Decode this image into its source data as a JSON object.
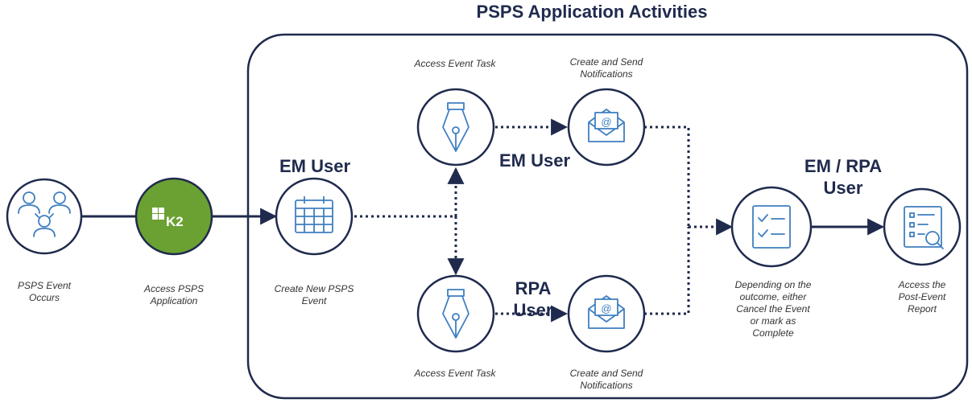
{
  "title": "PSPS Application Activities",
  "colors": {
    "navy": "#1f2a4d",
    "icon_blue": "#3f7fbf",
    "k2_green": "#6aa132"
  },
  "roles": {
    "em_user_left": "EM User",
    "em_user_top": "EM User",
    "rpa_user": [
      "RPA",
      "User"
    ],
    "em_rpa_user": [
      "EM / RPA",
      "User"
    ]
  },
  "nodes": [
    {
      "id": "event",
      "icon": "users-icon",
      "caption": [
        "PSPS Event",
        "Occurs"
      ]
    },
    {
      "id": "k2",
      "icon": "k2-logo",
      "logo_text": "K2",
      "caption": [
        "Access PSPS",
        "Application"
      ]
    },
    {
      "id": "create",
      "icon": "calendar-icon",
      "caption": [
        "Create New PSPS",
        "Event"
      ]
    },
    {
      "id": "task_top",
      "icon": "pen-nib-icon",
      "caption": [
        "Access Event Task"
      ]
    },
    {
      "id": "notify_top",
      "icon": "email-icon",
      "caption": [
        "Create and Send",
        "Notifications"
      ]
    },
    {
      "id": "task_bottom",
      "icon": "pen-nib-icon",
      "caption": [
        "Access Event Task"
      ]
    },
    {
      "id": "notify_bottom",
      "icon": "email-icon",
      "caption": [
        "Create and Send",
        "Notifications"
      ]
    },
    {
      "id": "outcome",
      "icon": "checklist-icon",
      "caption": [
        "Depending on the",
        "outcome, either",
        "Cancel the Event",
        "or mark as",
        "Complete"
      ]
    },
    {
      "id": "report",
      "icon": "report-search-icon",
      "caption": [
        "Access the",
        "Post-Event",
        "Report"
      ]
    }
  ]
}
